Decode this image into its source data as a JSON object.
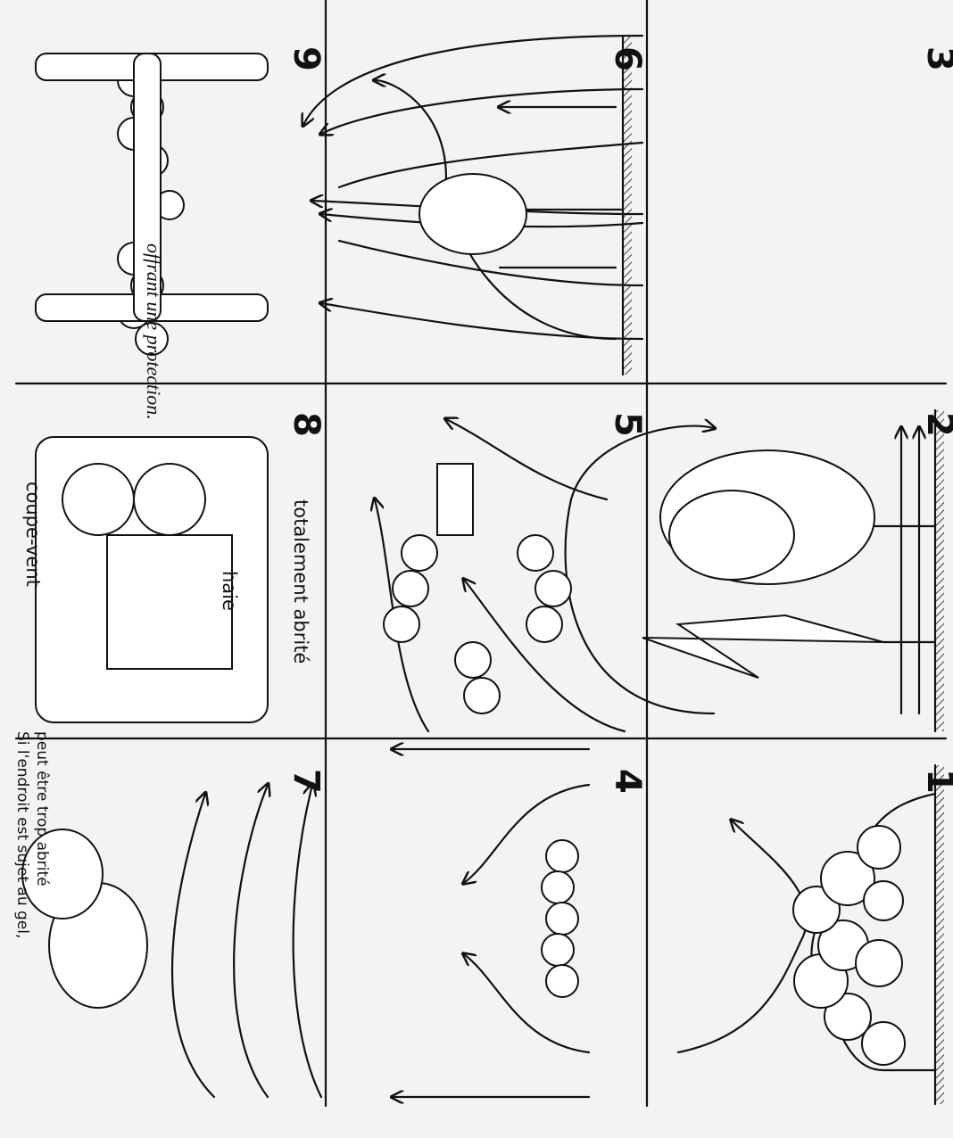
{
  "caption": "offrant une protection.",
  "panels": [
    {
      "number": "1"
    },
    {
      "number": "2"
    },
    {
      "number": "3"
    },
    {
      "number": "4"
    },
    {
      "number": "5"
    },
    {
      "number": "6"
    },
    {
      "number": "7"
    },
    {
      "number": "8"
    },
    {
      "number": "9"
    }
  ],
  "labels": {
    "totally_sheltered": "totalement abrité",
    "hedge": "haie",
    "windbreak": "coupe-vent",
    "frost_note_line1": "Si l'endroit est sujet au gel,",
    "frost_note_line2": "peut être trop abrité"
  }
}
